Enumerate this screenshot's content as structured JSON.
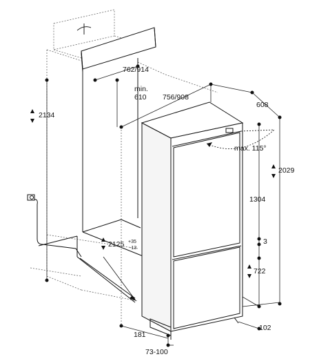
{
  "dimensions": {
    "niche_height": "2134",
    "niche_depth": "762/914",
    "min_depth_label": "min.",
    "min_depth_value": "610",
    "unit_depth": "756/908",
    "unit_width": "608",
    "door_angle": "max. 115°",
    "unit_height": "2029",
    "upper_door_height": "1304",
    "door_gap": "3",
    "niche_opening_height": "2125",
    "tolerance_plus": "+35",
    "tolerance_minus": "-13",
    "lower_door_height": "722",
    "plinth_height": "102",
    "plinth_depth": "181",
    "plinth_range": "73-100"
  }
}
